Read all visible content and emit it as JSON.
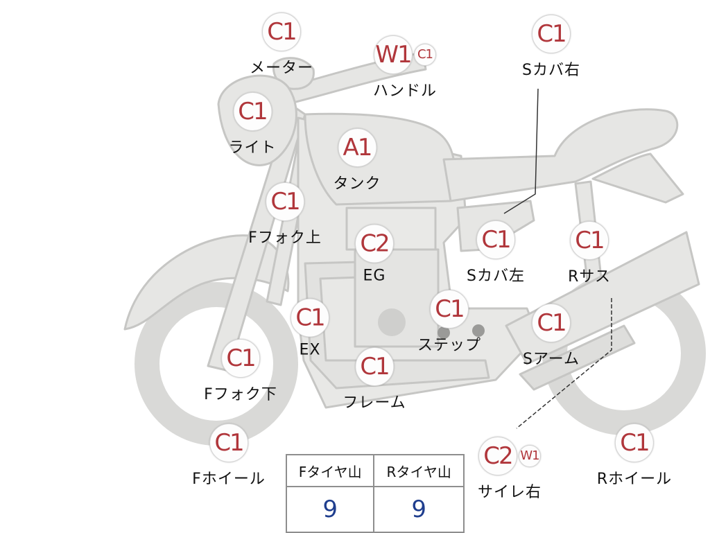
{
  "colors": {
    "badge_text": "#b0363b",
    "tire_value": "#1f3e8e",
    "bike_fill": "#e6e6e4",
    "bike_stroke": "#c6c6c4"
  },
  "parts": {
    "meter": {
      "grade": "C1",
      "label": "メーター"
    },
    "handle": {
      "grade": "W1",
      "sub_grade": "C1",
      "label": "ハンドル"
    },
    "side_cover_r": {
      "grade": "C1",
      "label": "Sカバ右"
    },
    "light": {
      "grade": "C1",
      "label": "ライト"
    },
    "tank": {
      "grade": "A1",
      "label": "タンク"
    },
    "fork_upper": {
      "grade": "C1",
      "label": "Fフォク上"
    },
    "engine": {
      "grade": "C2",
      "label": "EG"
    },
    "side_cover_l": {
      "grade": "C1",
      "label": "Sカバ左"
    },
    "rear_sus": {
      "grade": "C1",
      "label": "Rサス"
    },
    "exhaust": {
      "grade": "C1",
      "label": "EX"
    },
    "step": {
      "grade": "C1",
      "label": "ステップ"
    },
    "swing_arm": {
      "grade": "C1",
      "label": "Sアーム"
    },
    "fork_lower": {
      "grade": "C1",
      "label": "Fフォク下"
    },
    "frame": {
      "grade": "C1",
      "label": "フレーム"
    },
    "front_wheel": {
      "grade": "C1",
      "label": "Fホイール"
    },
    "muffler_r": {
      "grade": "C2",
      "sub_grade": "W1",
      "label": "サイレ右"
    },
    "rear_wheel": {
      "grade": "C1",
      "label": "Rホイール"
    }
  },
  "tire_table": {
    "front_header": "Fタイヤ山",
    "rear_header": "Rタイヤ山",
    "front_value": "9",
    "rear_value": "9"
  }
}
